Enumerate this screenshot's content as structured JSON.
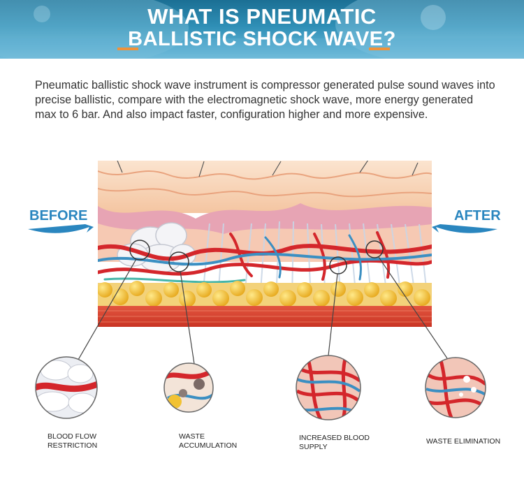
{
  "header": {
    "title_line1": "WHAT IS PNEUMATIC",
    "title_line2": "BALLISTIC SHOCK WAVE?"
  },
  "intro": {
    "text": "Pneumatic ballistic shock wave instrument is compressor generated pulse sound waves into precise ballistic, compare with the electromagnetic shock wave, more energy generated max to 6 bar. And also impact faster, configuration higher and more expensive."
  },
  "labels": {
    "before": "BEFORE",
    "after": "AFTER"
  },
  "captions": [
    "BLOOD FLOW RESTRICTION",
    "WASTE ACCUMULATION",
    "INCREASED BLOOD SUPPLY",
    "WASTE ELIMINATION"
  ],
  "colors": {
    "accent_orange": "#f0923a",
    "label_blue": "#2a86bf",
    "banner_blue": "#2f8fb6",
    "blood_red": "#d4262b",
    "fat_yellow": "#f2c233",
    "vessel_blue": "#3b8fc2"
  }
}
